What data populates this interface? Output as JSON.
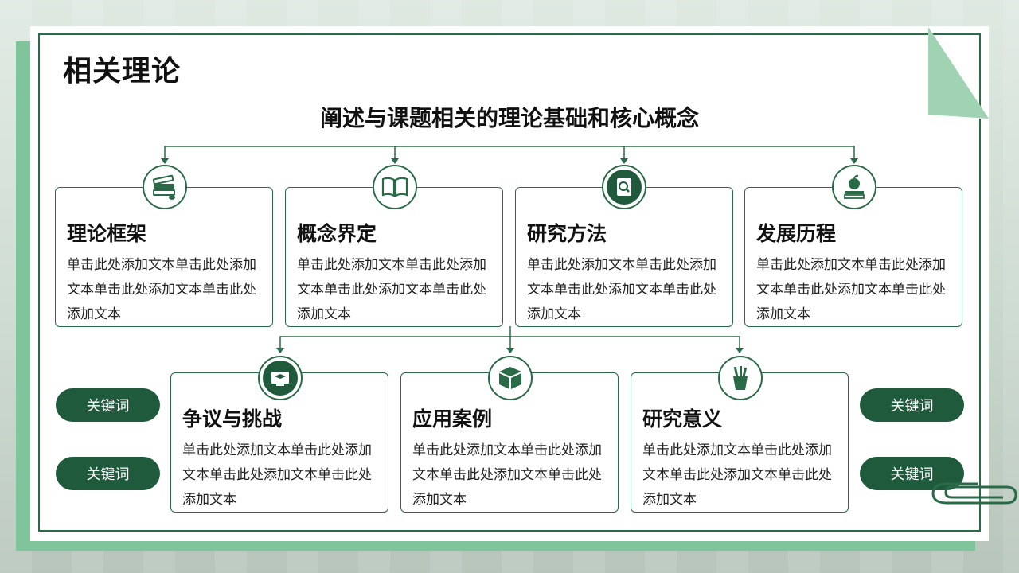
{
  "header": {
    "title": "相关理论",
    "subtitle": "阐述与课题相关的理论基础和核心概念"
  },
  "cards_top": [
    {
      "title": "理论框架",
      "body": "单击此处添加文本单击此处添加文本单击此处添加文本单击此处添加文本",
      "icon": "books-icon"
    },
    {
      "title": "概念界定",
      "body": "单击此处添加文本单击此处添加文本单击此处添加文本单击此处添加文本",
      "icon": "open-book-icon"
    },
    {
      "title": "研究方法",
      "body": "单击此处添加文本单击此处添加文本单击此处添加文本单击此处添加文本",
      "icon": "notebook-search-icon"
    },
    {
      "title": "发展历程",
      "body": "单击此处添加文本单击此处添加文本单击此处添加文本单击此处添加文本",
      "icon": "apple-books-icon"
    }
  ],
  "cards_bottom": [
    {
      "title": "争议与挑战",
      "body": "单击此处添加文本单击此处添加文本单击此处添加文本单击此处添加文本",
      "icon": "board-icon"
    },
    {
      "title": "应用案例",
      "body": "单击此处添加文本单击此处添加文本单击此处添加文本单击此处添加文本",
      "icon": "box-icon"
    },
    {
      "title": "研究意义",
      "body": "单击此处添加文本单击此处添加文本单击此处添加文本单击此处添加文本",
      "icon": "pencil-cup-icon"
    }
  ],
  "keywords": {
    "left": [
      "关键词",
      "关键词"
    ],
    "right": [
      "关键词",
      "关键词"
    ]
  },
  "colors": {
    "primary": "#1f5a3c",
    "accent": "#7fc49a",
    "border": "#2a6b47"
  }
}
